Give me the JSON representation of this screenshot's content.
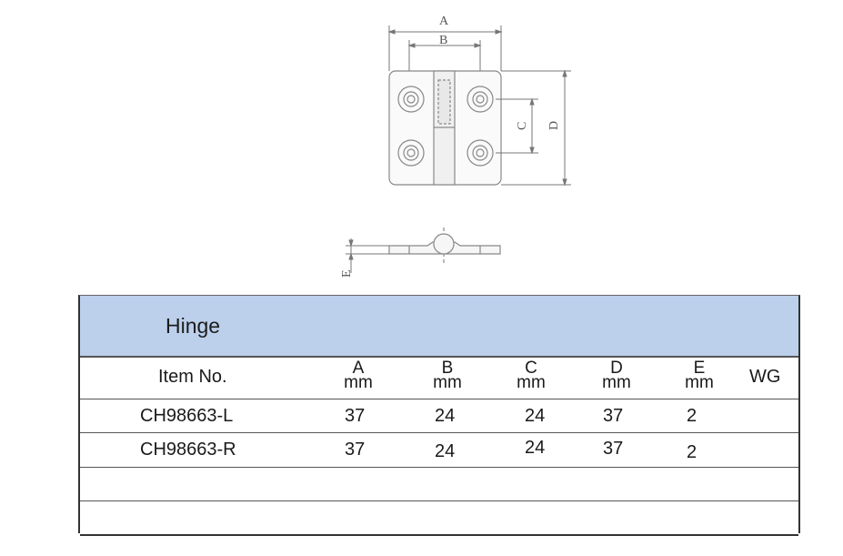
{
  "drawing": {
    "labels": {
      "a": "A",
      "b": "B",
      "c": "C",
      "d": "D",
      "e": "E"
    }
  },
  "table": {
    "title": "Hinge",
    "headers": {
      "item": "Item No.",
      "a": "A",
      "a_unit": "mm",
      "b": "B",
      "b_unit": "mm",
      "c": "C",
      "c_unit": "mm",
      "d": "D",
      "d_unit": "mm",
      "e": "E",
      "e_unit": "mm",
      "wg": "WG"
    },
    "rows": [
      {
        "item": "CH98663-L",
        "a": "37",
        "b": "24",
        "c": "24",
        "d": "37",
        "e": "2"
      },
      {
        "item": "CH98663-R",
        "a": "37",
        "b": "24",
        "c": "24",
        "d": "37",
        "e": "2"
      }
    ]
  }
}
